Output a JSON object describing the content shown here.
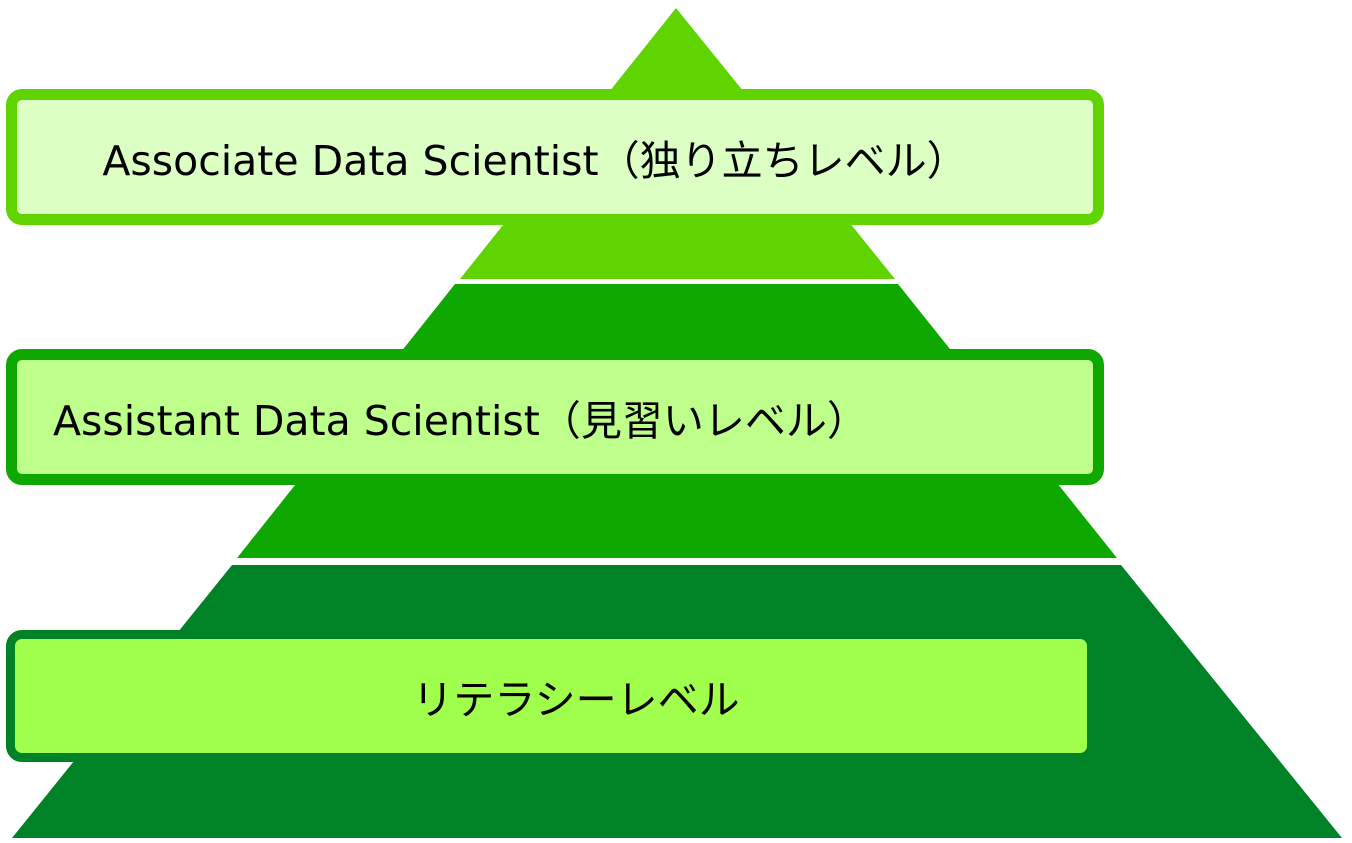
{
  "levels": [
    {
      "id": "top",
      "label": "Associate Data Scientist（独り立ちレベル）",
      "tier_color": "#5fd400",
      "box_fill": "#dcffc4"
    },
    {
      "id": "mid",
      "label": "Assistant Data Scientist（見習いレベル）",
      "tier_color": "#0fa800",
      "box_fill": "#bdff8a"
    },
    {
      "id": "bottom",
      "label": "リテラシーレベル",
      "tier_color": "#008227",
      "box_fill": "#a0ff4c"
    }
  ]
}
